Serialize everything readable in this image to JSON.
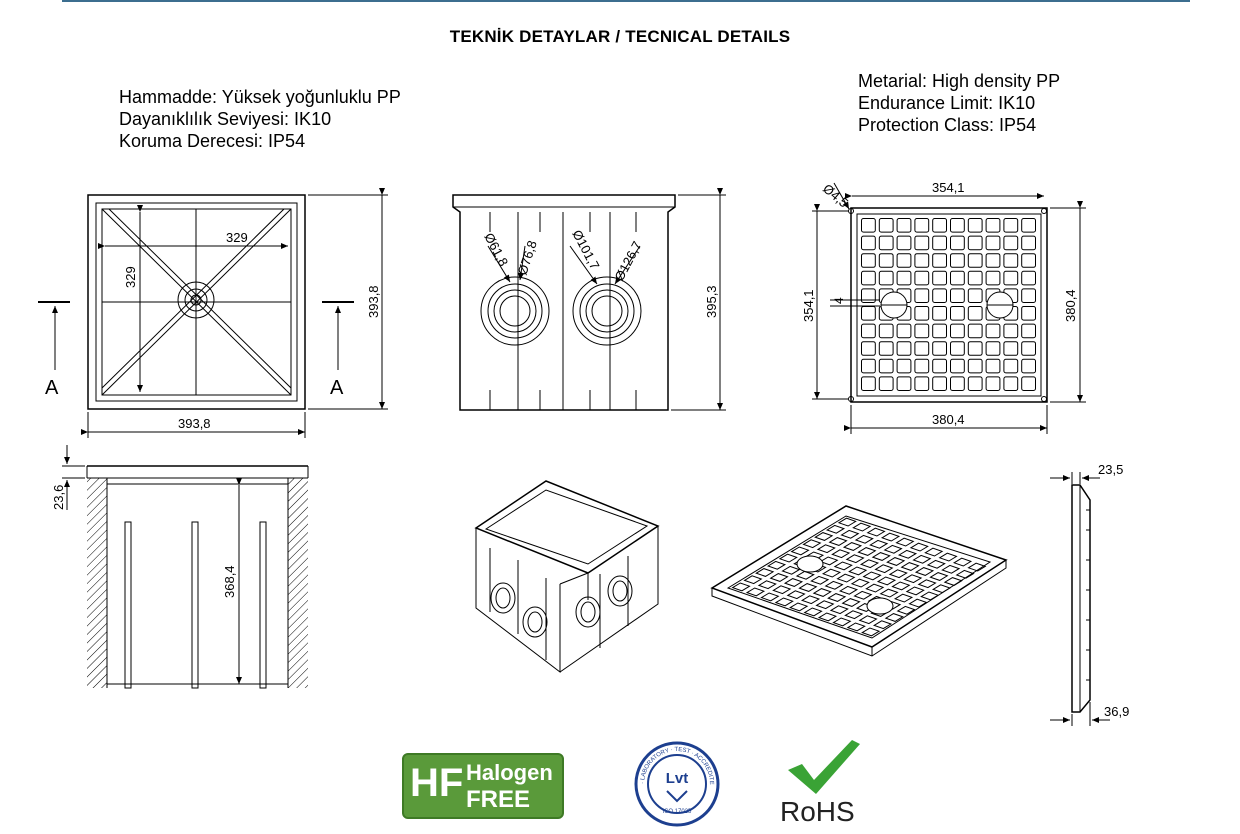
{
  "title": "TEKNİK DETAYLAR / TECNICAL DETAILS",
  "specs_tr": [
    "Hammadde: Yüksek yoğunluklu PP",
    "Dayanıklılık Seviyesi: IK10",
    "Koruma Derecesi: IP54"
  ],
  "specs_en": [
    "Metarial: High density PP",
    "Endurance Limit: IK10",
    "Protection Class: IP54"
  ],
  "dims": {
    "top_inner_w": "329",
    "top_inner_h": "329",
    "top_outer_w": "393,8",
    "top_outer_h": "393,8",
    "section_a_left": "A",
    "section_a_right": "A",
    "side_height": "395,3",
    "d1": "Ø61,8",
    "d2": "Ø76,8",
    "d3": "Ø101,7",
    "d4": "Ø126,7",
    "lid_hole": "Ø4,5",
    "lid_hole_span_w": "354,1",
    "lid_hole_span_h": "354,1",
    "lid_outer_w": "380,4",
    "lid_outer_h": "380,4",
    "lid_small": "4",
    "section_lip": "23,6",
    "section_depth": "368,4",
    "lid_thick_top": "23,5",
    "lid_thick_bottom": "36,9"
  },
  "logos": {
    "hf_letters": "HF",
    "hf_line1": "Halogen",
    "hf_line2": "FREE",
    "lvt_center": "Lvt",
    "lvt_ring": "ISO 17025",
    "rohs": "RoHS"
  },
  "colors": {
    "rule": "#3c6e8f",
    "halogen_green": "#5a9a3a",
    "lvt_blue": "#1d3f8f",
    "rohs_check": "#3aa335"
  }
}
